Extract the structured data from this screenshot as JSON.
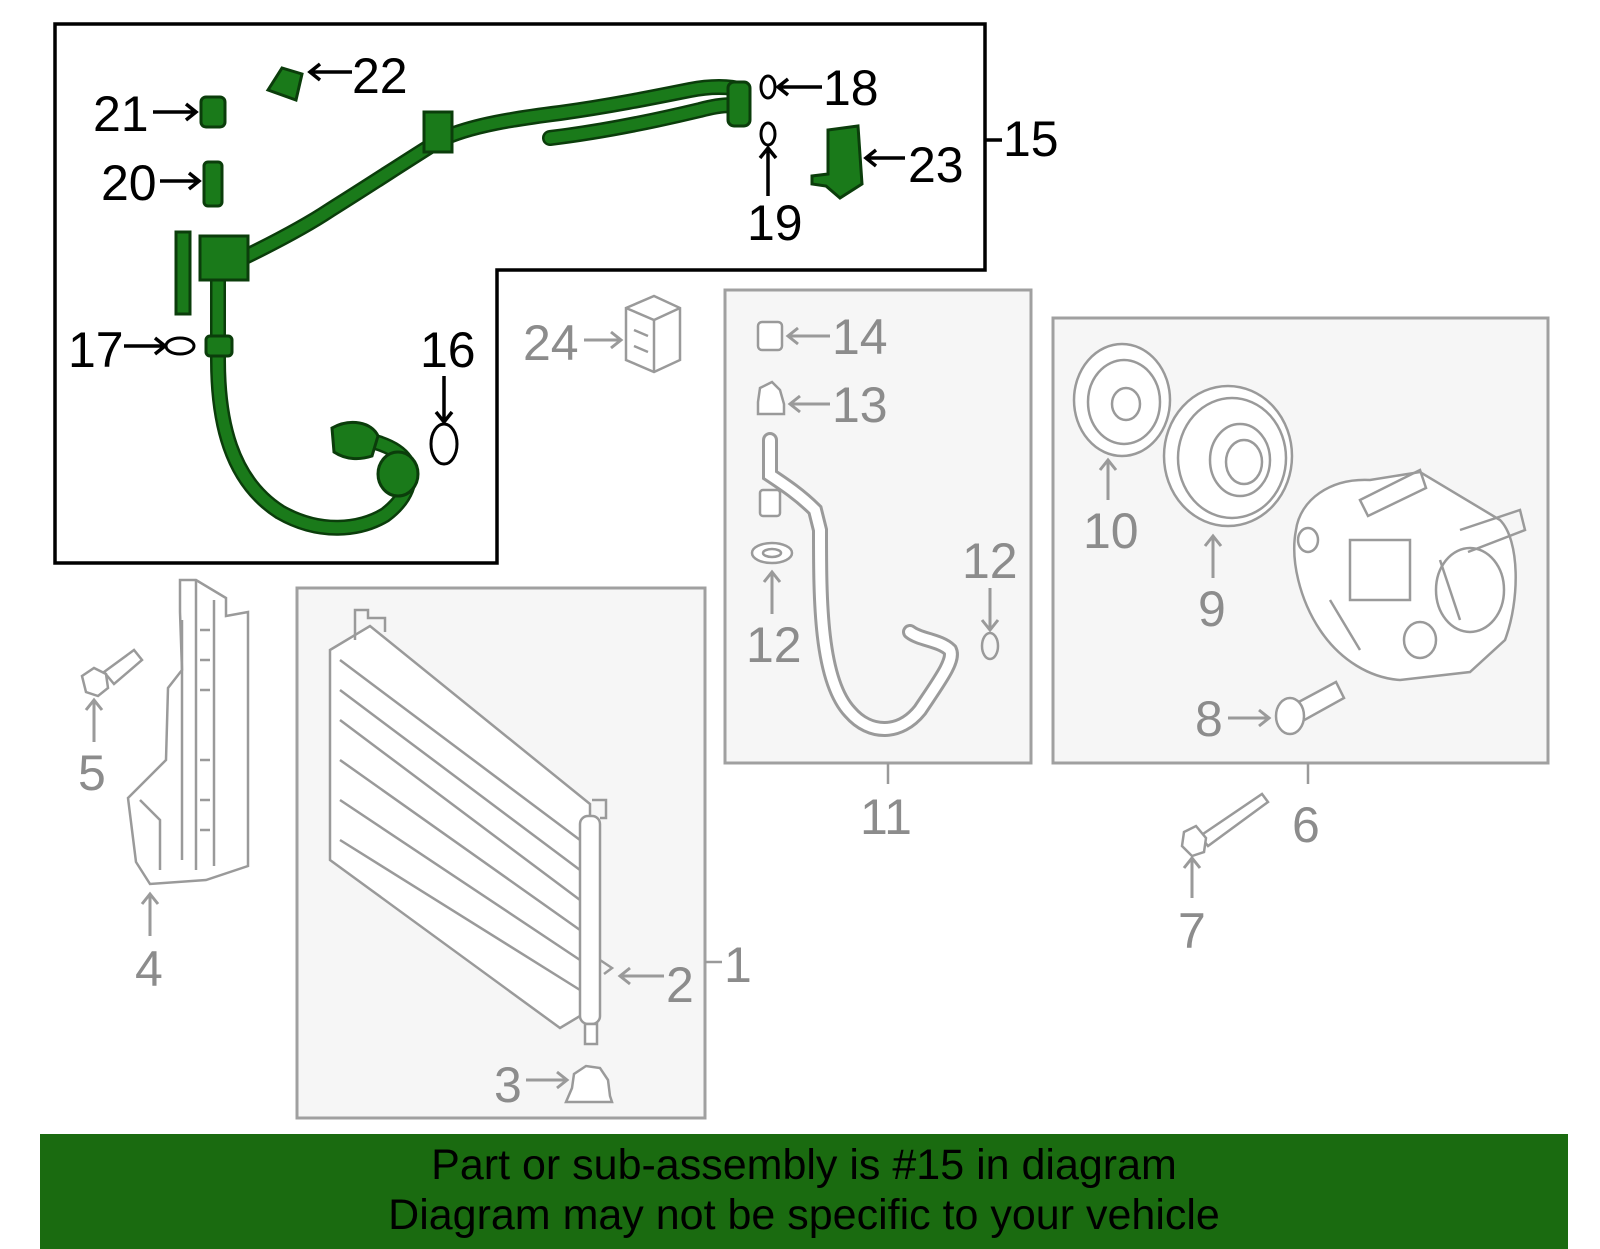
{
  "callouts": {
    "c1": "1",
    "c2": "2",
    "c3": "3",
    "c4": "4",
    "c5": "5",
    "c6": "6",
    "c7": "7",
    "c8": "8",
    "c9": "9",
    "c10": "10",
    "c11": "11",
    "c12a": "12",
    "c12b": "12",
    "c13": "13",
    "c14": "14",
    "c15": "15",
    "c16": "16",
    "c17": "17",
    "c18": "18",
    "c19": "19",
    "c20": "20",
    "c21": "21",
    "c22": "22",
    "c23": "23",
    "c24": "24"
  },
  "banner": {
    "line1": "Part or sub-assembly is #15 in diagram",
    "line2": "Diagram may not be specific to your vehicle"
  },
  "colors": {
    "highlight_part": "#1a7a1a",
    "banner_bg": "#1a6b10",
    "other_parts": "#9a9a9a"
  }
}
